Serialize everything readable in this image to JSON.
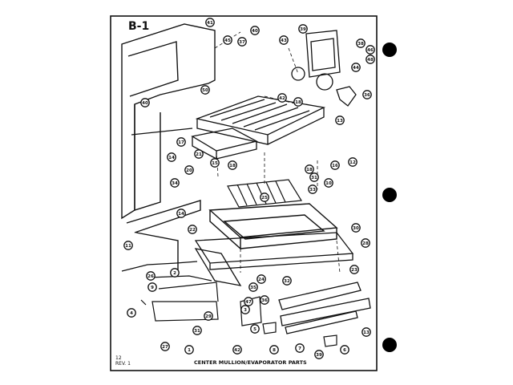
{
  "diagram": {
    "section_label": "B-1",
    "caption": "CENTER MULLION/EVAPORATOR PARTS",
    "corner_note": {
      "line1": "12",
      "line2": "REV. 1"
    },
    "callouts": [
      "41",
      "45",
      "40",
      "37",
      "43",
      "39",
      "38",
      "46",
      "48",
      "44",
      "50",
      "40",
      "42",
      "18",
      "36",
      "13",
      "17",
      "21",
      "14",
      "15",
      "20",
      "18",
      "12",
      "16",
      "18",
      "31",
      "34",
      "33",
      "10",
      "14",
      "25",
      "30",
      "22",
      "28",
      "23",
      "32",
      "11",
      "2",
      "26",
      "24",
      "35",
      "9",
      "36",
      "47",
      "4",
      "3",
      "29",
      "31",
      "5",
      "27",
      "1",
      "42",
      "8",
      "13",
      "7",
      "6",
      "39"
    ],
    "colors": {
      "ink": "#111111",
      "paper": "#ffffff",
      "binder_hole": "#000000"
    }
  }
}
